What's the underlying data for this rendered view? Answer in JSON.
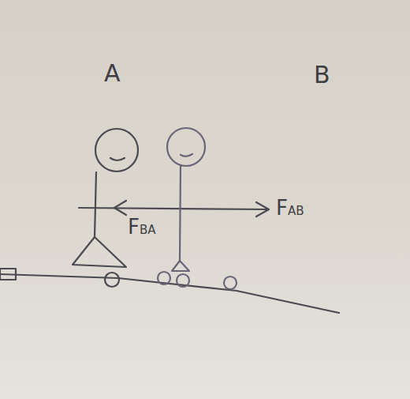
{
  "diagram": {
    "labels": [
      "A",
      "B",
      "FAB",
      "FBA"
    ]
  }
}
